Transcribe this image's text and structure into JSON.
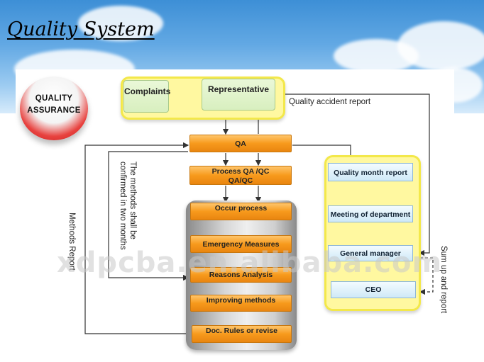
{
  "header": {
    "title": "Quality System"
  },
  "badge": {
    "line1": "QUALITY",
    "line2": "ASSURANCE"
  },
  "top": {
    "complaints": "Complaints",
    "representative": "Representative",
    "quality_accident_report": "Quality accident report"
  },
  "flow": {
    "qa": "QA",
    "process_line1": "Process QA /QC",
    "process_line2": "QA/QC",
    "occur": "Occur process",
    "emergency": "Emergency Measures",
    "reasons": "Reasons Analysis",
    "improving": "Improving methods",
    "doc": "Doc. Rules or revise"
  },
  "right": {
    "quality_month_report": "Quality month report",
    "meeting": "Meeting of department",
    "general_manager": "General manager",
    "ceo": "CEO"
  },
  "side_labels": {
    "methods_report": "Methods Report",
    "confirmed_line1": "The methods shall be",
    "confirmed_line2": "confirmed in two months",
    "sum_up": "Sum up and report"
  },
  "watermark": "xdpcba.en.alibaba.com"
}
